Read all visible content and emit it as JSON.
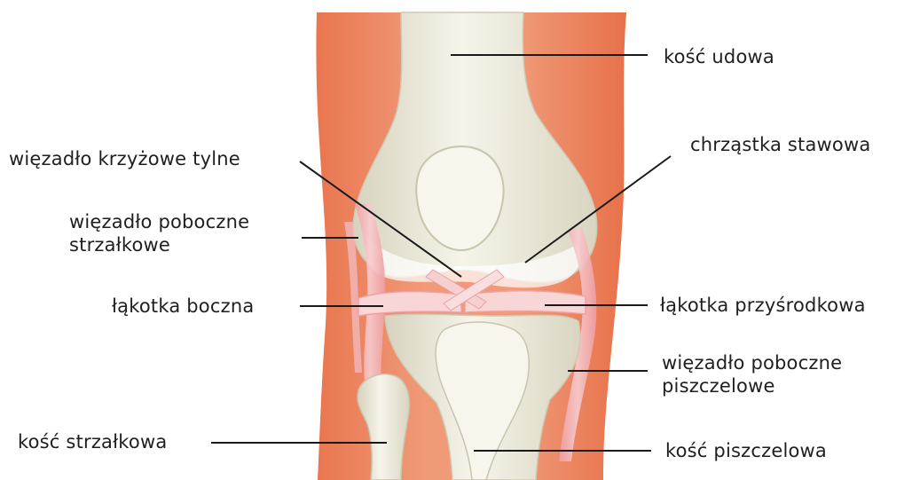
{
  "colors": {
    "skin": "#ec8762",
    "bone": "#f2f0e2",
    "ligament": "#f2b4b8",
    "meniscus": "#f9d6d6",
    "leader": "#1a1a1a"
  },
  "labels": {
    "femur": "kość udowa",
    "articular_cartilage": "chrząstka stawowa",
    "posterior_cruciate": "więzadło krzyżowe tylne",
    "lateral_collateral_1": "więzadło poboczne",
    "lateral_collateral_2": "strzałkowe",
    "lateral_meniscus": "łąkotka boczna",
    "medial_meniscus": "łąkotka przyśrodkowa",
    "medial_collateral_1": "więzadło poboczne",
    "medial_collateral_2": "piszczelowe",
    "fibula": "kość strzałkowa",
    "tibia": "kość piszczelowa"
  }
}
